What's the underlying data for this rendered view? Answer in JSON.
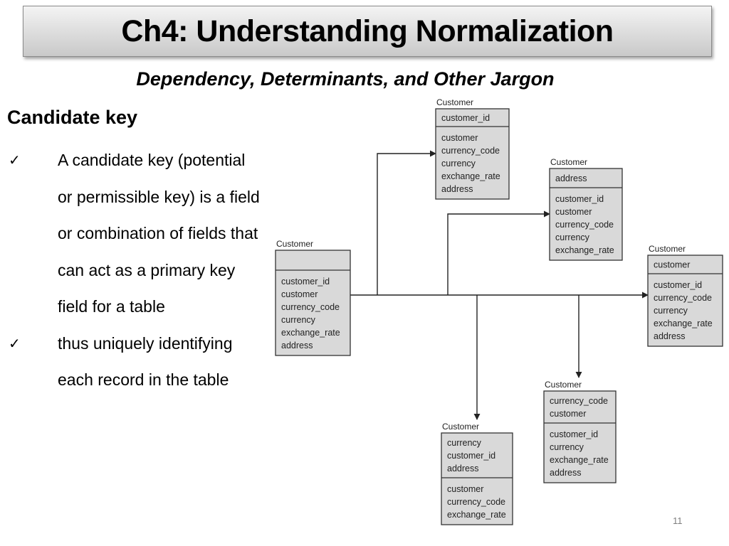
{
  "slide": {
    "title": "Ch4: Understanding Normalization",
    "subtitle": "Dependency, Determinants, and Other Jargon",
    "heading": "Candidate key",
    "check_icon": "✓",
    "bullets": [
      "A candidate key (potential or permissible key) is a field or combination of fields that can act as a primary key field for a table",
      "thus uniquely identifying each record in the table"
    ],
    "page_number": "11"
  },
  "diagram": {
    "entities": [
      {
        "id": "source",
        "label": "Customer",
        "key_fields": [],
        "fields": [
          "customer_id",
          "customer",
          "currency_code",
          "currency",
          "exchange_rate",
          "address"
        ]
      },
      {
        "id": "t1",
        "label": "Customer",
        "key_fields": [
          "customer_id"
        ],
        "fields": [
          "customer",
          "currency_code",
          "currency",
          "exchange_rate",
          "address"
        ]
      },
      {
        "id": "t2",
        "label": "Customer",
        "key_fields": [
          "address"
        ],
        "fields": [
          "customer_id",
          "customer",
          "currency_code",
          "currency",
          "exchange_rate"
        ]
      },
      {
        "id": "t3",
        "label": "Customer",
        "key_fields": [
          "customer"
        ],
        "fields": [
          "customer_id",
          "currency_code",
          "currency",
          "exchange_rate",
          "address"
        ]
      },
      {
        "id": "t4",
        "label": "Customer",
        "key_fields": [
          "currency_code",
          "customer"
        ],
        "fields": [
          "customer_id",
          "currency",
          "exchange_rate",
          "address"
        ]
      },
      {
        "id": "t5",
        "label": "Customer",
        "key_fields": [
          "currency",
          "customer_id",
          "address"
        ],
        "fields": [
          "customer",
          "currency_code",
          "exchange_rate"
        ]
      }
    ]
  }
}
